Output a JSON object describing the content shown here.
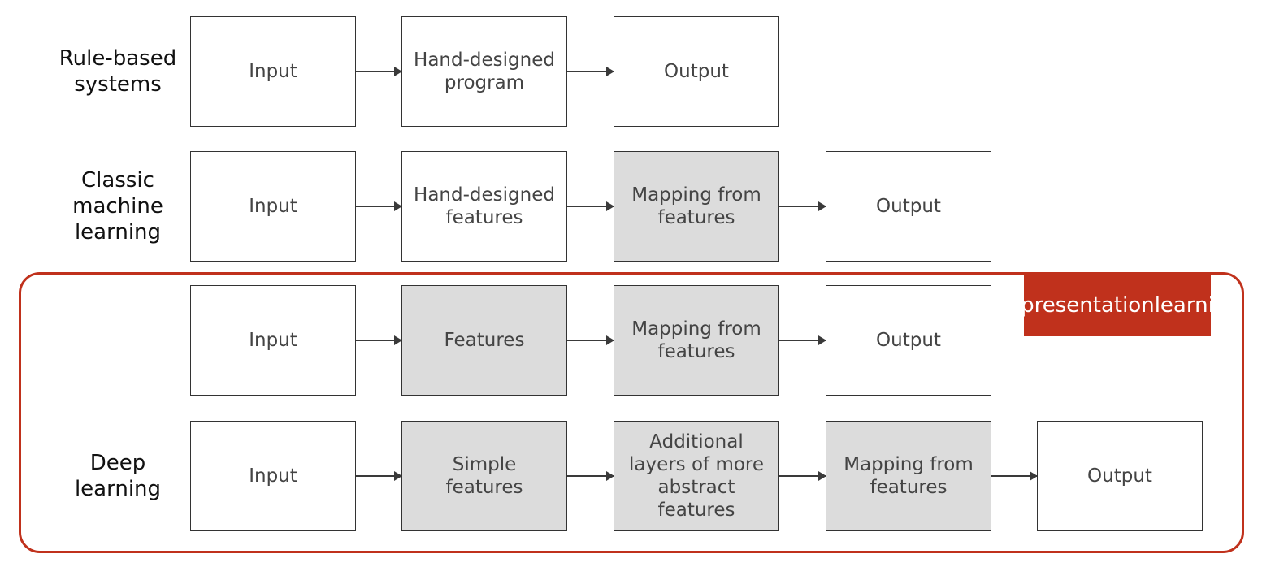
{
  "rows": [
    {
      "label": [
        "Rule-based",
        "systems"
      ],
      "boxes": [
        {
          "text": [
            "Input"
          ],
          "shaded": false
        },
        {
          "text": [
            "Hand-designed",
            "program"
          ],
          "shaded": false
        },
        {
          "text": [
            "Output"
          ],
          "shaded": false
        }
      ]
    },
    {
      "label": [
        "Classic",
        "machine",
        "learning"
      ],
      "boxes": [
        {
          "text": [
            "Input"
          ],
          "shaded": false
        },
        {
          "text": [
            "Hand-designed",
            "features"
          ],
          "shaded": false
        },
        {
          "text": [
            "Mapping from",
            "features"
          ],
          "shaded": true
        },
        {
          "text": [
            "Output"
          ],
          "shaded": false
        }
      ]
    },
    {
      "label": [],
      "boxes": [
        {
          "text": [
            "Input"
          ],
          "shaded": false
        },
        {
          "text": [
            "Features"
          ],
          "shaded": true
        },
        {
          "text": [
            "Mapping from",
            "features"
          ],
          "shaded": true
        },
        {
          "text": [
            "Output"
          ],
          "shaded": false
        }
      ]
    },
    {
      "label": [
        "Deep",
        "learning"
      ],
      "boxes": [
        {
          "text": [
            "Input"
          ],
          "shaded": false
        },
        {
          "text": [
            "Simple features"
          ],
          "shaded": true
        },
        {
          "text": [
            "Additional",
            "layers of more",
            "abstract",
            "features"
          ],
          "shaded": true
        },
        {
          "text": [
            "Mapping from",
            "features"
          ],
          "shaded": true
        },
        {
          "text": [
            "Output"
          ],
          "shaded": false
        }
      ]
    }
  ],
  "group": {
    "label": [
      "Representation",
      "learning"
    ],
    "color": "#c0311c"
  },
  "colors": {
    "box_border": "#333333",
    "shaded_fill": "#dcdcdc",
    "arrow": "#3a3a3a"
  }
}
